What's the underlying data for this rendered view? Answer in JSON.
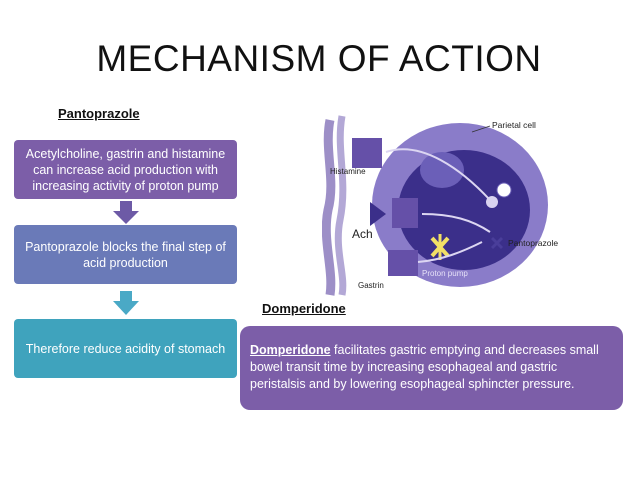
{
  "title": "MECHANISM OF ACTION",
  "pantoprazole_heading": "Pantoprazole",
  "steps": [
    "Acetylcholine, gastrin and histamine can increase acid production with increasing activity of proton pump",
    "Pantoprazole blocks the final step of acid production",
    "Therefore reduce acidity of stomach"
  ],
  "domperidone_heading": "Domperidone",
  "domperidone_term": "Domperidone",
  "domperidone_text": " facilitates gastric emptying and decreases small bowel transit time by increasing esophageal and gastric peristalsis and by lowering esophageal sphincter pressure.",
  "figure": {
    "parietal_cell": "Parietal cell",
    "histamine": "Histamine",
    "ach": "Ach",
    "gastrin": "Gastrin",
    "proton_pump": "Proton pump",
    "pantoprazole": "Pantoprazole"
  },
  "colors": {
    "box1": "#7c5ea8",
    "box2": "#6a7ab8",
    "box3": "#3fa3bd",
    "domperidone_box": "#7c5ea8"
  }
}
